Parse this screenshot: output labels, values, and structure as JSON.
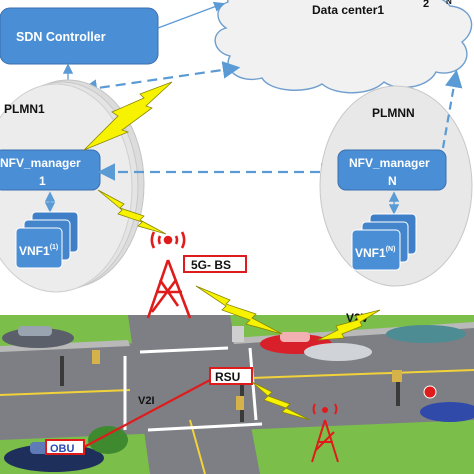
{
  "top": {
    "sdn_controller": "SDN Controller",
    "data_center": "Data center1",
    "data_center_index": "2",
    "data_center_corner": "N"
  },
  "plmn_left": {
    "label": "PLMN1",
    "nfv_manager_line1": "NFV_manager",
    "nfv_manager_line2": "1",
    "vnf_base": "VNF1",
    "vnf_sup": "(1)"
  },
  "plmn_right": {
    "label": "PLMNN",
    "nfv_manager_line1": "NFV_manager",
    "nfv_manager_line2": "N",
    "vnf_base": "VNF1",
    "vnf_sup": "(N)"
  },
  "road": {
    "bs_label": "5G- BS",
    "rsu_label": "RSU",
    "obu_label": "OBU",
    "v2i_label": "V2I",
    "v2v_label": "V2V"
  },
  "colors": {
    "blue_box": "#4a8fd6",
    "plmn_ellipse": "#e6e6e6",
    "lightning": "#f6f200",
    "link_dash": "#5b9bd5",
    "red": "#e01b1b",
    "grass": "#7bbf4a",
    "road": "#7d7f85"
  }
}
